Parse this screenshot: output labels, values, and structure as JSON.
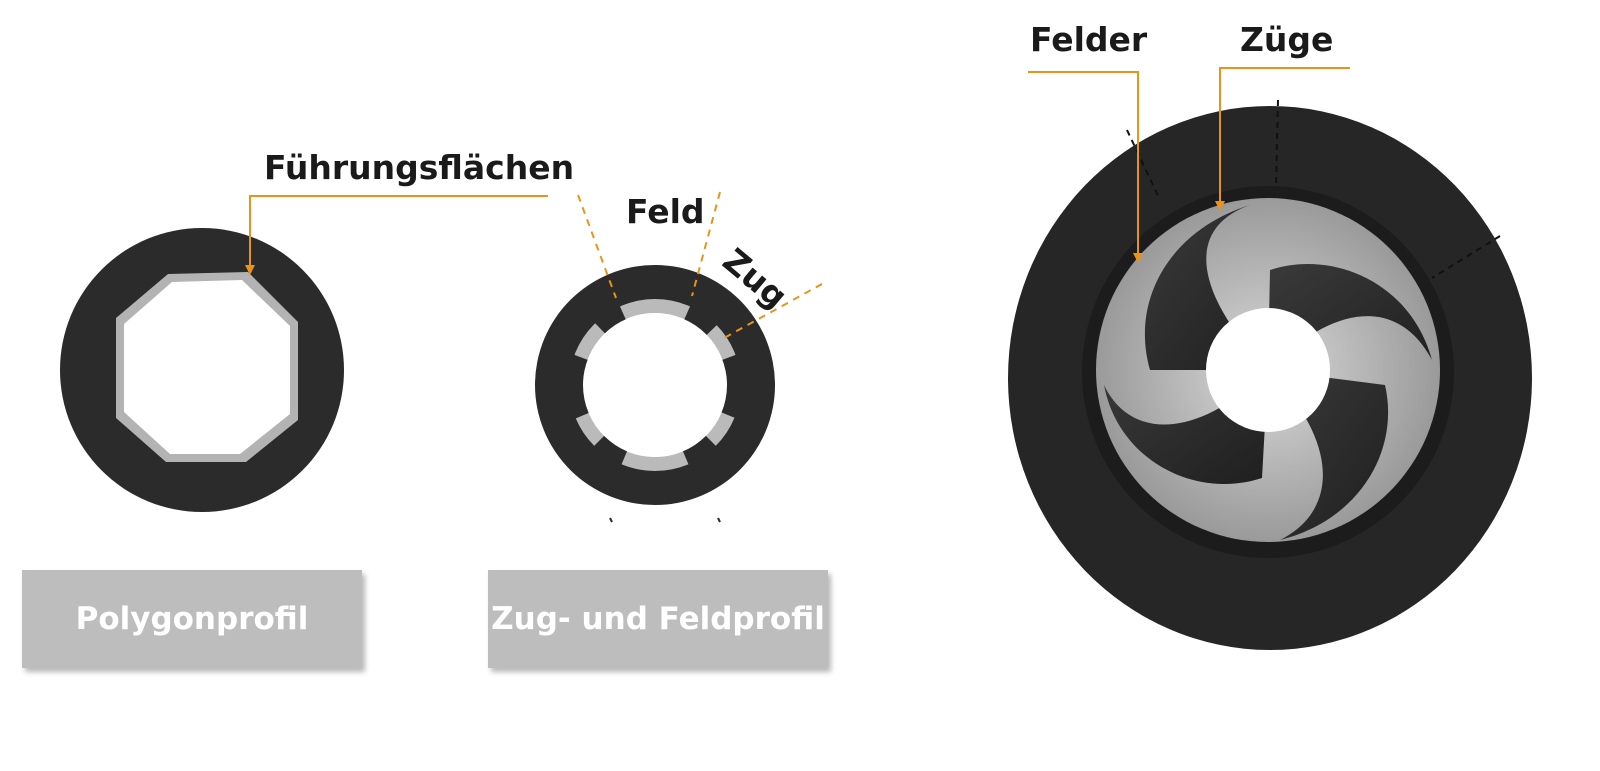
{
  "colors": {
    "accent": "#e8941a",
    "ring": "#2b2b2b",
    "surface": "#b9b9b9",
    "caption_bg": "#bdbdbd",
    "caption_text": "#ffffff"
  },
  "polygon_profile": {
    "label_fuehrungsflaechen": "Führungsflächen",
    "caption": "Polygonprofil"
  },
  "zug_feld_profile": {
    "label_feld": "Feld",
    "label_zug": "Zug",
    "caption": "Zug- und Feldprofil"
  },
  "rifled_bore": {
    "label_felder": "Felder",
    "label_zuege": "Züge"
  }
}
